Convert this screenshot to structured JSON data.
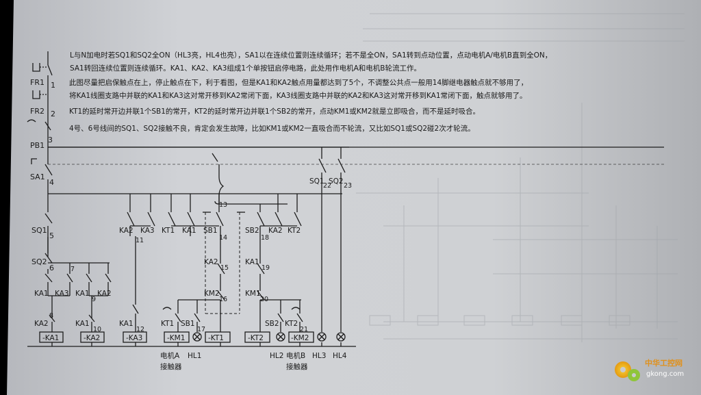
{
  "notes": [
    "L与N加电时若SQ1和SQ2全ON（HL3亮，HL4也亮），SA1以在连续位置则连续循环；若不是全ON，SA1转到点动位置，点动电机A/电机B直到全ON，",
    "SA1转回连续位置则连续循环。KA1、KA2、KA3组成1个单按钮启停电路，此处用作电机A和电机B轮流工作。",
    "此图尽量把启保触点在上，停止触点在下，利于看图，但是KA1和KA2触点用量都达到了5个，不调整公共点一般用14脚继电器触点就不够用了，",
    "将KA1线圈支路中并联的KA1和KA3这对常开移到KA2常闭下面，KA3线圈支路中并联的KA2和KA3这对常开移到KA1常闭下面，触点就够用了。",
    "KT1的延时常开边并联1个SB1的常开，KT2的延时常开边并联1个SB2的常开，点动KM1或KM2就是立即吸合，而不是延时吸合。",
    "4号、6号线间的SQ1、SQ2接触不良，肯定会发生故障，比如KM1或KM2一直吸合而不轮流，又比如SQ1或SQ2碰2次才轮流。"
  ],
  "left_labels": {
    "fr1": "FR1",
    "fr2": "FR2",
    "pb1": "PB1",
    "sa1": "SA1",
    "sq1": "SQ1",
    "sq2": "SQ2",
    "n1": "1",
    "n2": "2",
    "n3": "3",
    "n4": "4",
    "n5": "5",
    "n6": "6"
  },
  "contacts": {
    "ka1_a": "KA1",
    "ka3_a": "KA3",
    "ka1_b": "KA1",
    "ka2_b": "KA2",
    "ka2_c": "KA2",
    "ka3_c": "KA3",
    "kt1_c": "KT1",
    "ka1_c": "KA1",
    "sb1_c": "SB1",
    "ka2_d": "KA2",
    "km2_d": "KM2",
    "sb2_e": "SB2",
    "ka2_e": "KA2",
    "kt2_e": "KT2",
    "ka1_f": "KA1",
    "km1_f": "KM1",
    "sq1_top": "SQ1",
    "sq2_top": "SQ2",
    "ka2_g": "KA2",
    "ka1_g": "KA1",
    "ka1_h": "KA1",
    "kt1_g": "KT1",
    "sb1_g": "SB1",
    "sb2_g": "SB2",
    "kt2_g": "KT2"
  },
  "node_numbers": {
    "n7": "7",
    "n8": "8",
    "n9": "9",
    "n10": "10",
    "n11": "11",
    "n12": "12",
    "n13": "13",
    "n14": "14",
    "n15": "15",
    "n16": "16",
    "n17": "17",
    "n18": "18",
    "n19": "19",
    "n20": "20",
    "n21": "21",
    "n22": "22",
    "n23": "23"
  },
  "coils": {
    "ka1": "-KA1",
    "ka2": "-KA2",
    "ka3": "-KA3",
    "km1": "-KM1",
    "kt1": "-KT1",
    "kt2": "-KT2",
    "km2": "-KM2"
  },
  "bottom_labels": {
    "motor_a": "电机A",
    "contactor_a": "接触器",
    "hl1": "HL1",
    "hl2": "HL2",
    "motor_b": "电机B",
    "contactor_b": "接触器",
    "hl3": "HL3",
    "hl4": "HL4"
  },
  "watermark": {
    "brand": "中华工控网",
    "url": "gkong.com"
  }
}
